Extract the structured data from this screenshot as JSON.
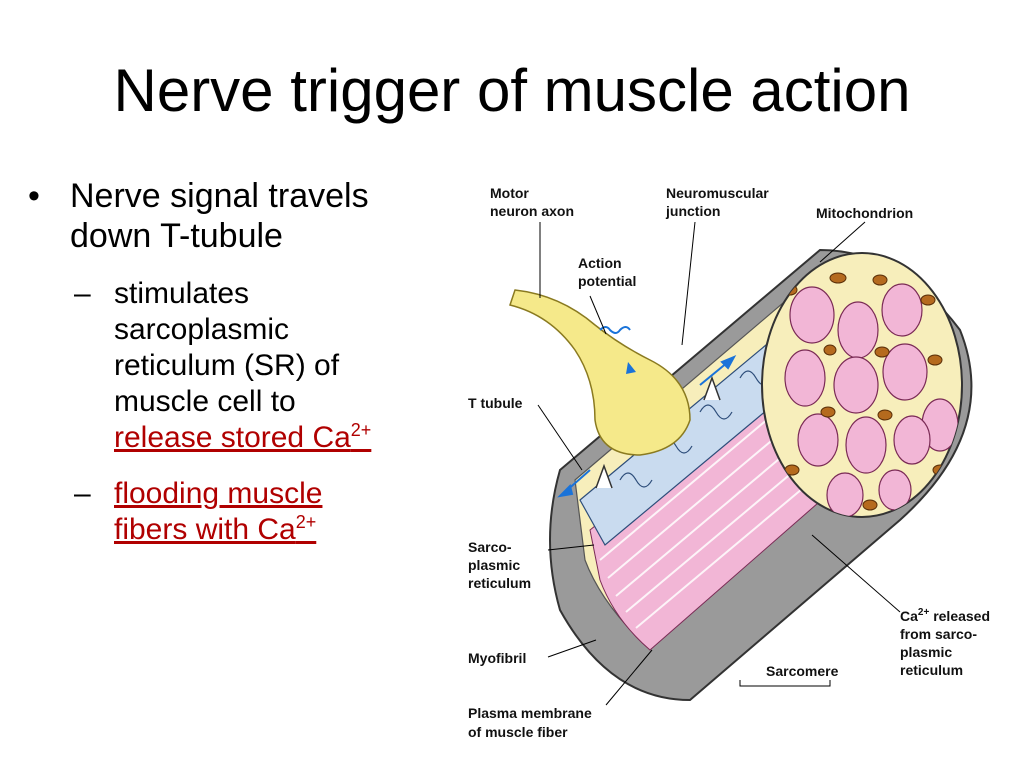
{
  "slide": {
    "title": "Nerve trigger of muscle action",
    "bullet": {
      "line1": "Nerve signal travels",
      "line2": "down T-tubule"
    },
    "sub1": {
      "lines": [
        "stimulates",
        "sarcoplasmic",
        "reticulum (SR) of",
        "muscle cell to"
      ],
      "link_text": "release stored Ca",
      "link_sup": "2+"
    },
    "sub2": {
      "line1": "flooding muscle",
      "line2": "fibers with Ca",
      "sup": "2+"
    },
    "dash": "–",
    "bullet_mark": "•"
  },
  "figure": {
    "labels": {
      "motor_1": "Motor",
      "motor_2": "neuron axon",
      "nmj_1": "Neuromuscular",
      "nmj_2": "junction",
      "mito": "Mitochondrion",
      "ap_1": "Action",
      "ap_2": "potential",
      "ttub": "T tubule",
      "sr_1": "Sarco-",
      "sr_2": "plasmic",
      "sr_3": "reticulum",
      "myo": "Myofibril",
      "pm_1": "Plasma membrane",
      "pm_2": "of muscle fiber",
      "sarc": "Sarcomere",
      "ca_1": "Ca",
      "ca_sup": "2+",
      "ca_1b": " released",
      "ca_2": "from sarco-",
      "ca_3": "plasmic",
      "ca_4": "reticulum"
    },
    "colors": {
      "membrane": "#9a9a9a",
      "cytoplasm": "#f7eebb",
      "myofibril_pink": "#f2b6d6",
      "sr_blue": "#c9dbef",
      "mito_brown": "#b56a1e",
      "axon_yellow": "#f5e98a",
      "arrow_blue": "#1a73d9"
    }
  }
}
